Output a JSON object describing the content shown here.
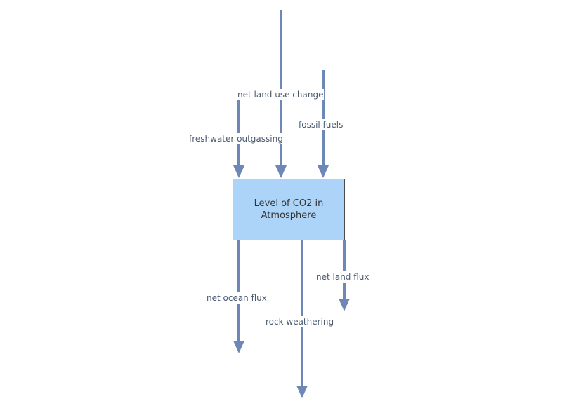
{
  "stock": {
    "label": "Level of CO2 in Atmosphere"
  },
  "inflows": {
    "net_land_use_change": "net land use change",
    "fossil_fuels": "fossil fuels",
    "freshwater_outgassing": "freshwater outgassing"
  },
  "outflows": {
    "net_ocean_flux": "net ocean flux",
    "rock_weathering": "rock weathering",
    "net_land_flux": "net land flux"
  },
  "colors": {
    "flow_arrow": "#6d87b6",
    "stock_fill": "#acd4f8",
    "stock_border": "#4a4a4a",
    "label_text": "#4b5a72"
  }
}
